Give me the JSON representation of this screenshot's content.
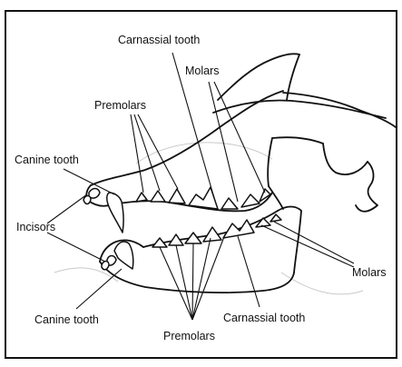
{
  "labels": {
    "carnassial_upper": "Carnassial tooth",
    "molars_upper": "Molars",
    "premolars_upper": "Premolars",
    "canine_upper": "Canine tooth",
    "incisors": "Incisors",
    "molars_lower": "Molars",
    "canine_lower": "Canine tooth",
    "carnassial_lower": "Carnassial tooth",
    "premolars_lower": "Premolars"
  }
}
